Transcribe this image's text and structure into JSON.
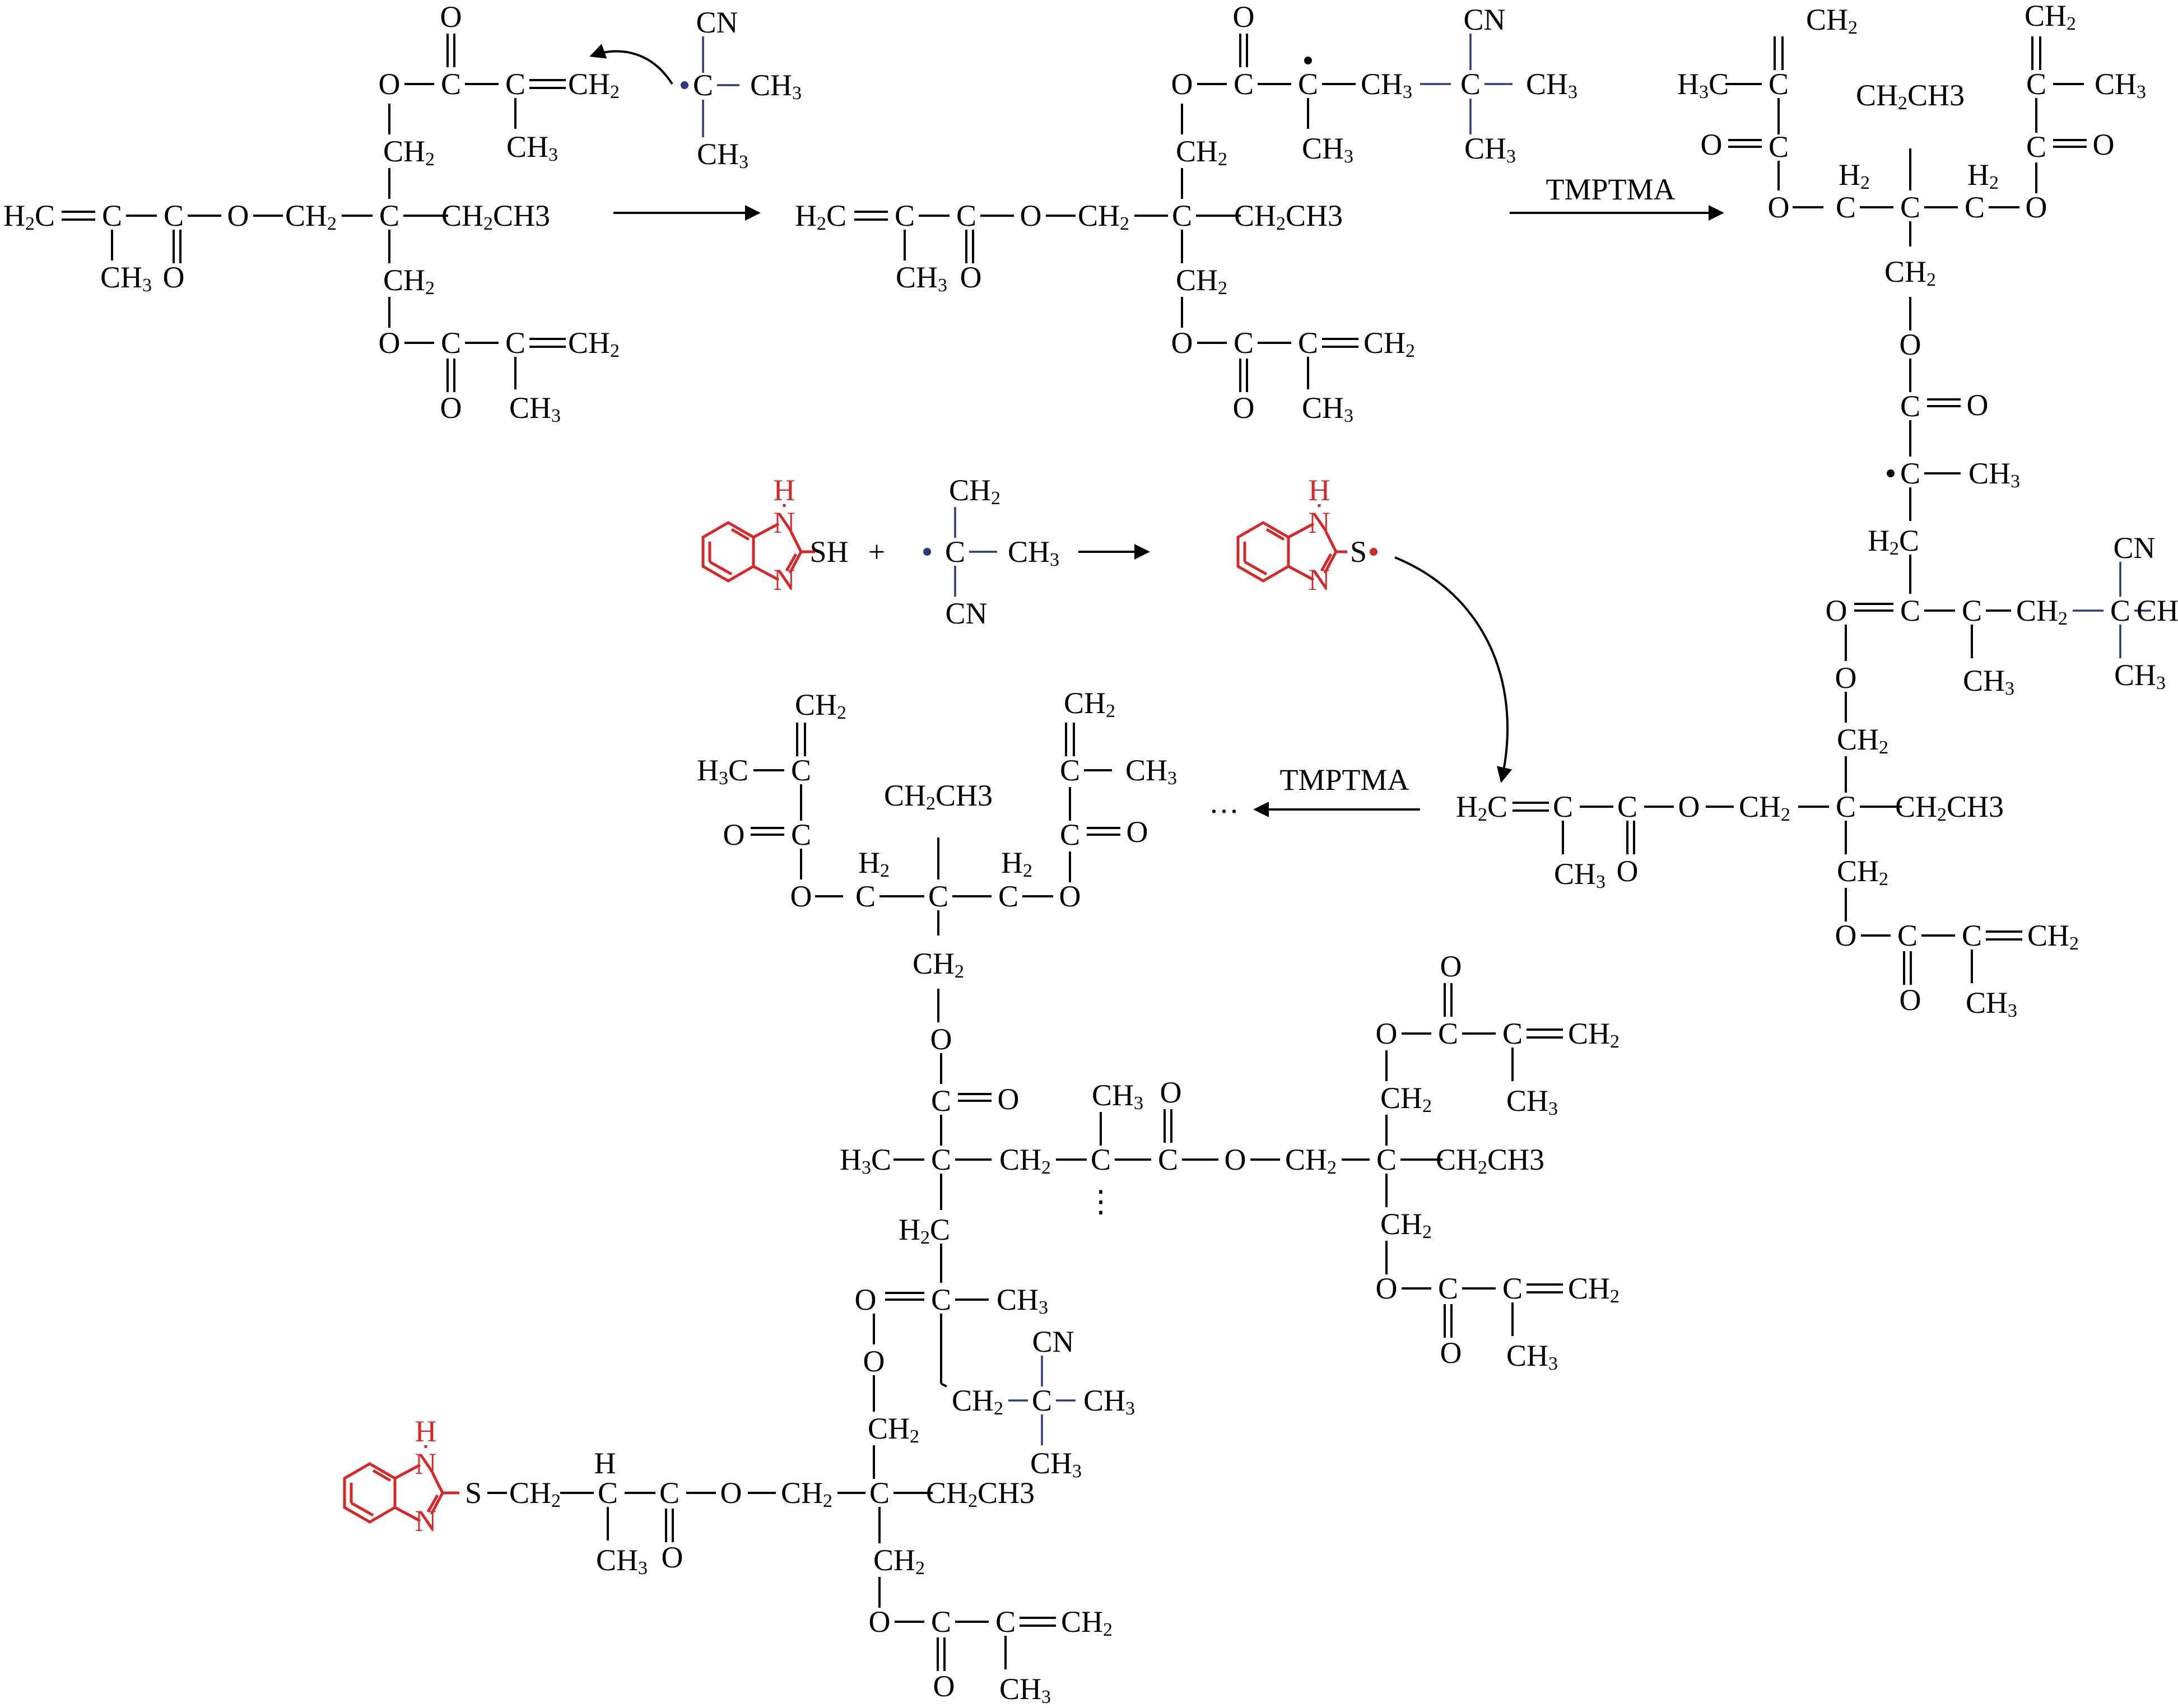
{
  "diagram": {
    "title": "",
    "reagent_label": "TMPTMA",
    "continuation": "···",
    "vertical_dots": "⋮",
    "plus": "+",
    "atoms": {
      "O": "O",
      "C": "C",
      "N": "N",
      "H": "H",
      "S": "S",
      "SH": "SH",
      "CN": "CN",
      "CH": "CH",
      "CH3": "CH3",
      "CH2": "CH2",
      "H2C": "H2C",
      "H3C": "H3C",
      "CH2CH3": "CH2CH3"
    },
    "colors": {
      "benzimidazole": "#d62828",
      "radical_dot_blue": "#2a3a7a",
      "radical_dot_red": "#d62828",
      "bonds": "#000000"
    }
  }
}
